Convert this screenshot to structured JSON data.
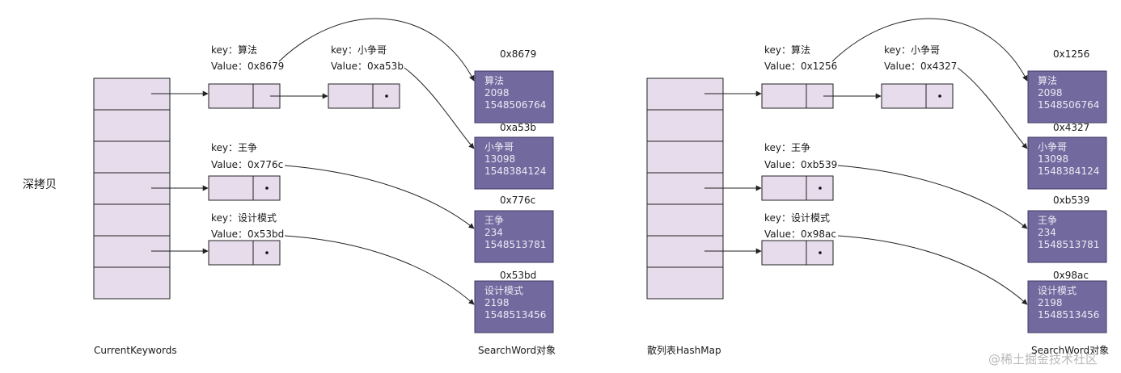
{
  "side_title": "深拷贝",
  "watermark": "@稀土掘金技术社区",
  "colors": {
    "cell_fill": "#e6dcec",
    "obj_fill": "#726a9e",
    "line": "#222222"
  },
  "diagrams": [
    {
      "table_label": "CurrentKeywords",
      "objects_label": "SearchWord对象",
      "entries": [
        {
          "key": "key：算法",
          "value": "Value：0x8679",
          "addr": "0x8679",
          "lines": [
            "算法",
            "2098",
            "1548506764"
          ]
        },
        {
          "key": "key：小争哥",
          "value": "Value：0xa53b",
          "addr": "0xa53b",
          "lines": [
            "小争哥",
            "13098",
            "1548384124"
          ]
        },
        {
          "key": "key：王争",
          "value": "Value：0x776c",
          "addr": "0x776c",
          "lines": [
            "王争",
            "234",
            "1548513781"
          ]
        },
        {
          "key": "key：设计模式",
          "value": "Value：0x53bd",
          "addr": "0x53bd",
          "lines": [
            "设计模式",
            "2198",
            "1548513456"
          ]
        }
      ]
    },
    {
      "table_label": "散列表HashMap",
      "objects_label": "SearchWord对象",
      "entries": [
        {
          "key": "key：算法",
          "value": "Value：0x1256",
          "addr": "0x1256",
          "lines": [
            "算法",
            "2098",
            "1548506764"
          ]
        },
        {
          "key": "key：小争哥",
          "value": "Value：0x4327",
          "addr": "0x4327",
          "lines": [
            "小争哥",
            "13098",
            "1548384124"
          ]
        },
        {
          "key": "key：王争",
          "value": "Value：0xb539",
          "addr": "0xb539",
          "lines": [
            "王争",
            "234",
            "1548513781"
          ]
        },
        {
          "key": "key：设计模式",
          "value": "Value：0x98ac",
          "addr": "0x98ac",
          "lines": [
            "设计模式",
            "2198",
            "1548513456"
          ]
        }
      ]
    }
  ]
}
